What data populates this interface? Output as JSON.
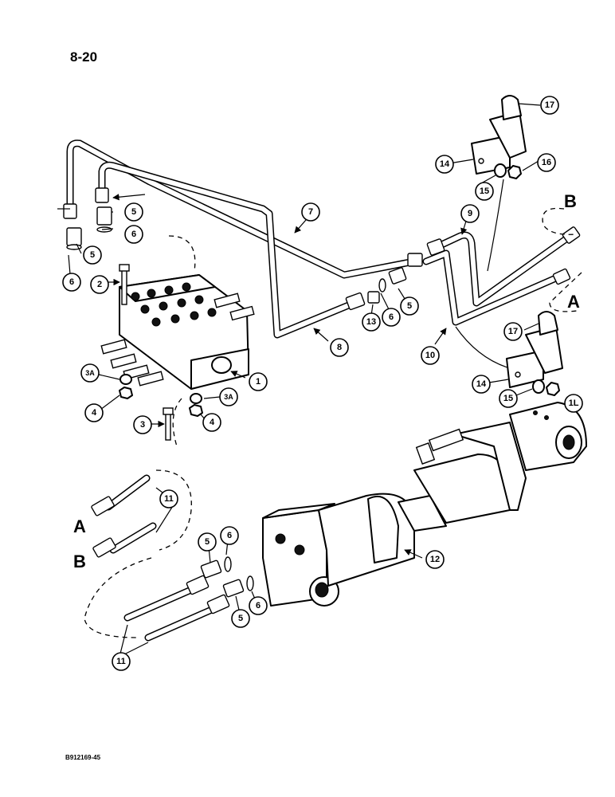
{
  "page": {
    "number": "8-20",
    "doc_code": "B912169-45"
  },
  "connection_labels": {
    "a_top": "A",
    "b_top": "B",
    "a_bottom": "A",
    "b_bottom": "B"
  },
  "callouts": {
    "c1": "1",
    "c2": "2",
    "c3": "3",
    "c3a_left": "3A",
    "c3a_right": "3A",
    "c4_left": "4",
    "c4_right": "4",
    "c5_a": "5",
    "c5_b": "5",
    "c5_c": "5",
    "c5_d": "5",
    "c5_e": "5",
    "c6_a": "6",
    "c6_b": "6",
    "c6_c": "6",
    "c6_d": "6",
    "c6_e": "6",
    "c7": "7",
    "c8": "8",
    "c9": "9",
    "c10": "10",
    "c11_a": "11",
    "c11_b": "11",
    "c12": "12",
    "c13": "13",
    "c14_a": "14",
    "c14_b": "14",
    "c15_a": "15",
    "c15_b": "15",
    "c16_a": "16",
    "c16_b": "1L",
    "c17_a": "17",
    "c17_b": "17"
  }
}
